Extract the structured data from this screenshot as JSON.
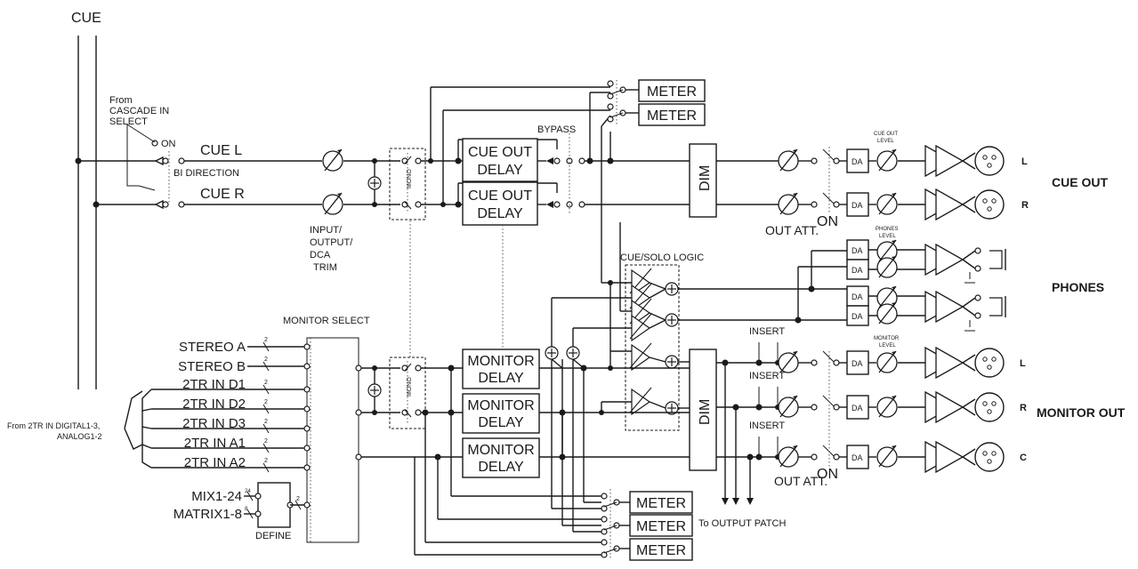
{
  "labels": {
    "cue": "CUE",
    "from_cascade": [
      "From",
      "CASCADE IN",
      "SELECT"
    ],
    "on": "ON",
    "bi_direction": "BI DIRECTION",
    "cue_l": "CUE L",
    "cue_r": "CUE R",
    "input_trim": [
      "INPUT/",
      "OUTPUT/",
      "DCA",
      "TRIM"
    ],
    "mono": "MONO",
    "cue_out_delay": [
      "CUE OUT",
      "DELAY"
    ],
    "bypass": "BYPASS",
    "meter": "METER",
    "dim": "DIM",
    "da": "DA",
    "cue_out_level": [
      "CUE OUT",
      "LEVEL"
    ],
    "phones_level": [
      "PHONES",
      "LEVEL"
    ],
    "monitor_level": [
      "MONITOR",
      "LEVEL"
    ],
    "out_att": "OUT ATT.",
    "cue_solo_logic": "CUE/SOLO LOGIC",
    "monitor_select": "MONITOR SELECT",
    "inputs": [
      "STEREO A",
      "STEREO B",
      "2TR IN D1",
      "2TR IN D2",
      "2TR IN D3",
      "2TR IN A1",
      "2TR IN A2"
    ],
    "from_2tr": [
      "From 2TR IN DIGITAL1-3,",
      "ANALOG1-2"
    ],
    "mix": "MIX1-24",
    "matrix": "MATRIX1-8",
    "define": "DEFINE",
    "ch_2": "2",
    "ch_24": "24",
    "ch_8": "8",
    "monitor_delay": [
      "MONITOR",
      "DELAY"
    ],
    "insert": "INSERT",
    "to_output_patch": "To OUTPUT PATCH",
    "l": "L",
    "r": "R",
    "c": "C",
    "cue_out": "CUE OUT",
    "phones": "PHONES",
    "monitor_out": "MONITOR OUT"
  }
}
